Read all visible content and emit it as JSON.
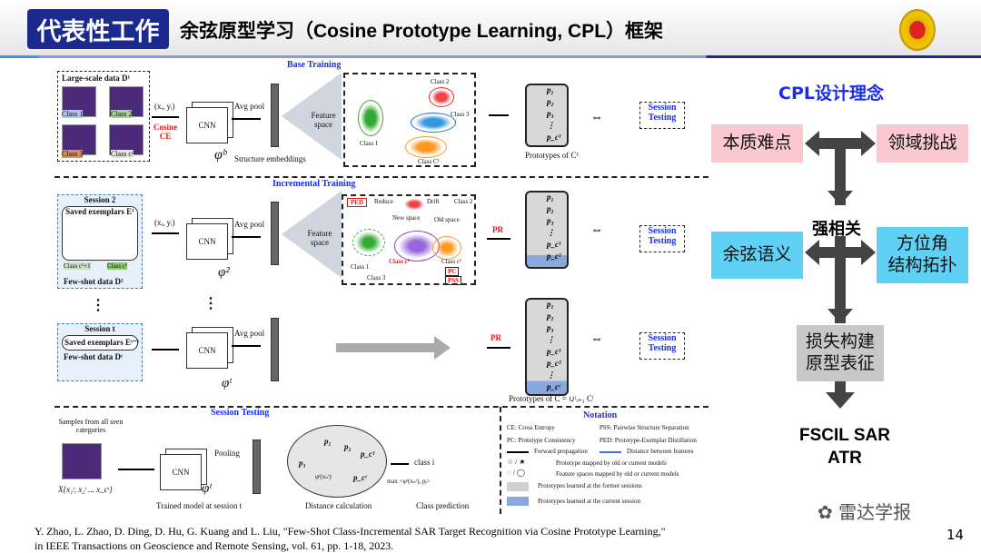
{
  "header": {
    "tag": "代表性工作",
    "title": "余弦原型学习（Cosine Prototype Learning, CPL）框架"
  },
  "figure": {
    "base": {
      "title": "Base Training",
      "data_label": "Large-scale data D¹",
      "classes": [
        "Class 1",
        "Class 2",
        "Class 3",
        "Class c¹"
      ],
      "input": "(xᵢ, yᵢ)",
      "loss": "Cosine CE",
      "cnn": "CNN",
      "pool": "Avg pool",
      "phi": "φᵇ",
      "embed": "Structure embeddings",
      "space": "Feature space",
      "clusters": [
        "Class 1",
        "Class 2",
        "Class 3",
        "Class C¹"
      ],
      "protos": [
        "p₁",
        "p₂",
        "p₃",
        "⋮",
        "p_c¹"
      ],
      "protos_caption": "Prototypes of C¹",
      "testing": "Session Testing"
    },
    "incremental": {
      "title": "Incremental Training",
      "session": "Session 2",
      "exemplars": "Saved exemplars E¹",
      "classes": [
        "Class c¹+1",
        "Class c²"
      ],
      "fewshot": "Few-shot data D²",
      "input": "(xᵢ, yᵢ)",
      "cnn": "CNN",
      "pool": "Avg pool",
      "phi": "φ²",
      "space": "Feature space",
      "labels": [
        "PED",
        "Reduce",
        "Drift",
        "Class 2",
        "New space",
        "Old space",
        "Class 1",
        "Class c²",
        "Class c¹",
        "Class 3",
        "PC",
        "PSS"
      ],
      "pr": "PR",
      "protos": [
        "p₁",
        "p₂",
        "p₃",
        "⋮",
        "p_c¹",
        "p_c²"
      ],
      "testing": "Session Testing"
    },
    "session_t": {
      "session": "Session t",
      "exemplars": "Saved exemplars Eᵗ⁻¹",
      "fewshot": "Few-shot data Dᵗ",
      "cnn": "CNN",
      "pool": "Avg pool",
      "phi": "φᵗ",
      "pr": "PR",
      "protos": [
        "p₁",
        "p₂",
        "p₃",
        "⋮",
        "p_c¹",
        "p_c²",
        "⋮",
        "p_cᵗ"
      ],
      "protos_caption": "Prototypes of C = ∪ᵗᵢ₌₁ Cⁱ",
      "testing": "Session Testing"
    },
    "session_testing": {
      "title": "Session Testing",
      "samples": "Samples from all seen categories",
      "set": "X{x₁ᵗ, x₂ᵗ ... x_cᵗ}",
      "cnn": "CNN",
      "pool": "Pooling",
      "phi": "φᵗ",
      "trained": "Trained model at session t",
      "distance": "Distance calculation",
      "protos": [
        "p₁",
        "p₂",
        "p_c¹",
        "p₃",
        "p_cᵗ"
      ],
      "center": "φᵗ(xₙᵗ)",
      "class_out": "class i",
      "argmax": "max <φᵗ(xₙᵗ), pⱼ>",
      "prediction": "Class prediction"
    },
    "notation": {
      "title": "Notation",
      "items": [
        "CE: Cross Entropy",
        "PSS: Pairwise Structure Separation",
        "PC: Prototype Consistency",
        "PED: Prototype-Exemplar Distillation",
        "Forward propagation",
        "Distance between features",
        "Prototype mapped by old or current models",
        "Feature spaces mapped by old or current models",
        "Prototypes learned at the former sessions",
        "Prototypes learned at the current session"
      ]
    }
  },
  "right": {
    "title": "CPL设计理念",
    "essential": "本质难点",
    "domain": "领域挑战",
    "correlated": "强相关",
    "cosine": "余弦语义",
    "azimuth": "方位角\n结构拓扑",
    "loss": "损失构建\n原型表征",
    "target": "FSCIL SAR\nATR"
  },
  "footer": {
    "authors": "Y. Zhao, L. Zhao, D. Ding, D. Hu, G. Kuang and L. Liu, \"Few-Shot Class-Incremental SAR Target Recognition via Cosine Prototype Learning,\"",
    "journal": "in IEEE Transactions on Geoscience and Remote Sensing, vol. 61, pp. 1-18, 2023.",
    "page": "14",
    "watermark": "雷达学报"
  },
  "colors": {
    "header_blue": "#1b2a8c",
    "pink": "#f9c9cf",
    "light_blue": "#5ed1f5",
    "gray": "#c8c8c8",
    "arrow": "#444444"
  }
}
